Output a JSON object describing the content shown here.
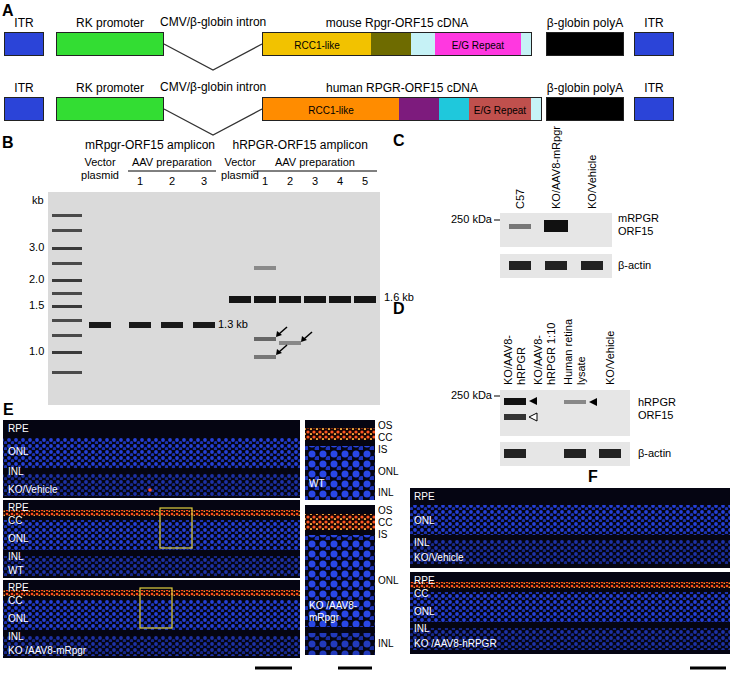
{
  "diagram": {
    "nodes": [
      {
        "text": [
          "ITR"
        ]
      },
      {
        "text": [
          "RK promoter"
        ]
      },
      {
        "text": [
          "mouse Rpgr-ORF15 cDNA"
        ]
      },
      {
        "text": [
          "RCC1-like"
        ],
        "in": 2
      },
      {
        "text": [
          "E/G Repeat"
        ],
        "in": 2
      },
      {
        "text": [
          "β-globin polyA"
        ]
      },
      {
        "text": [
          "ITR"
        ]
      },
      {
        "text": [
          "ITR"
        ]
      },
      {
        "text": [
          "RK promoter"
        ]
      },
      {
        "text": [
          "human RPGR-ORF15 cDNA"
        ]
      },
      {
        "text": [
          "RCC1-like"
        ],
        "in": 9
      },
      {
        "text": [
          "E/G Repeat"
        ],
        "in": 9
      },
      {
        "text": [
          "β-globin polyA"
        ]
      },
      {
        "text": [
          "ITR"
        ]
      }
    ],
    "edges": [
      {
        "from": 1,
        "to": 2,
        "label": "CMV/β-globin intron",
        "arrow": "none"
      },
      {
        "from": 8,
        "to": 9,
        "label": "CMV/β-globin intron",
        "arrow": "none"
      }
    ],
    "labels": [
      "A",
      "B",
      "mRpgr-ORF15 amplicon",
      "hRPGR-ORF15 amplicon",
      "Vector plasmid",
      "AAV preparation",
      "1",
      "2",
      "3",
      "Vector plasmid",
      "AAV preparation",
      "1",
      "2",
      "3",
      "4",
      "5",
      "kb",
      "3.0",
      "2.0",
      "1.5",
      "1.0",
      "1.3 kb",
      "1.6 kb",
      "C",
      "C57",
      "KO/AAV8-mRpgr",
      "KO/Vehicle",
      "250 kDa",
      "mRPGR ORF15",
      "β-actin",
      "D",
      "KO/AAV8-hRPGR",
      "KO/AAV8-hRPGR 1:10",
      "Human retina lysate",
      "KO/Vehicle",
      "250 kDa",
      "hRPGR ORF15",
      "β-actin",
      "E",
      "RPE",
      "ONL",
      "INL",
      "KO/Vehicle",
      "RPE",
      "CC",
      "ONL",
      "INL",
      "WT",
      "RPE",
      "CC",
      "ONL",
      "INL",
      "KO /AAV8-mRpgr",
      "OS",
      "CC",
      "IS",
      "ONL",
      "INL",
      "WT",
      "OS",
      "CC",
      "IS",
      "ONL",
      "INL",
      "KO /AAV8-mRpgr",
      "F",
      "RPE",
      "ONL",
      "INL",
      "KO/Vehicle",
      "RPE",
      "CC",
      "ONL",
      "INL",
      "KO /AAV8-hRPGR"
    ]
  }
}
